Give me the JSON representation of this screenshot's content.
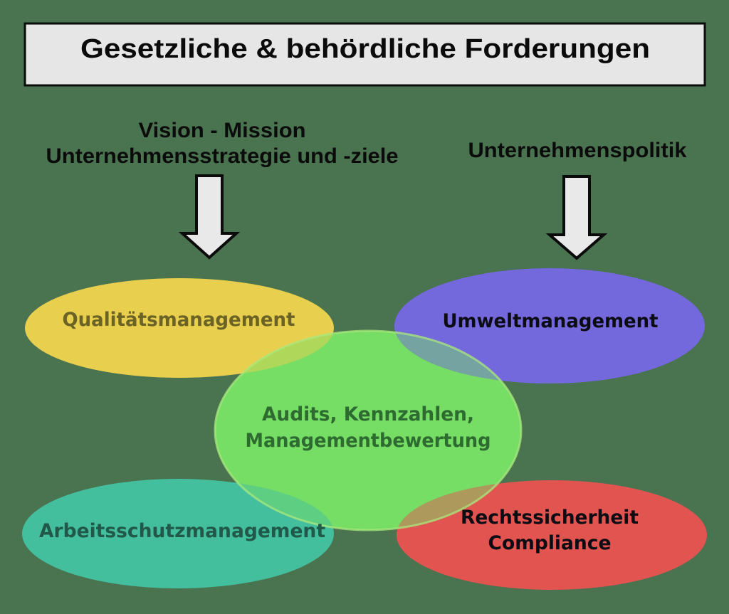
{
  "background_color": "#4a7350",
  "title_box": {
    "label": "Gesetzliche & behördliche Forderungen",
    "fill": "#e6e6e6",
    "border_color": "#0b0b0b",
    "text_color": "#0b0b0b"
  },
  "annotations": {
    "strategy": {
      "line1": "Vision - Mission",
      "line2": "Unternehmensstrategie und -ziele",
      "text_color": "#0b0b0b"
    },
    "policy": {
      "label": "Unternehmenspolitik",
      "text_color": "#0b0b0b"
    }
  },
  "arrows": {
    "fill": "#e9e9e9",
    "stroke": "#0b0b0b"
  },
  "ellipses": {
    "quality": {
      "label": "Qualitätsmanagement",
      "fill": "#e8d04e",
      "text_color": "#6b6226"
    },
    "environment": {
      "label": "Umweltmanagement",
      "fill": "#7468dd",
      "text_color": "#0c0c14"
    },
    "center": {
      "line1": "Audits, Kennzahlen,",
      "line2": "Managementbewertung",
      "fill": "#76dd65",
      "rim_color": "#aae87e",
      "text_color": "#2e6b31"
    },
    "safety": {
      "label": "Arbeitsschutzmanagement",
      "fill": "#44bf9e",
      "text_color": "#21584a"
    },
    "legal": {
      "line1": "Rechtssicherheit",
      "line2": "Compliance",
      "fill": "#e25450",
      "text_color": "#0c0c14"
    }
  }
}
